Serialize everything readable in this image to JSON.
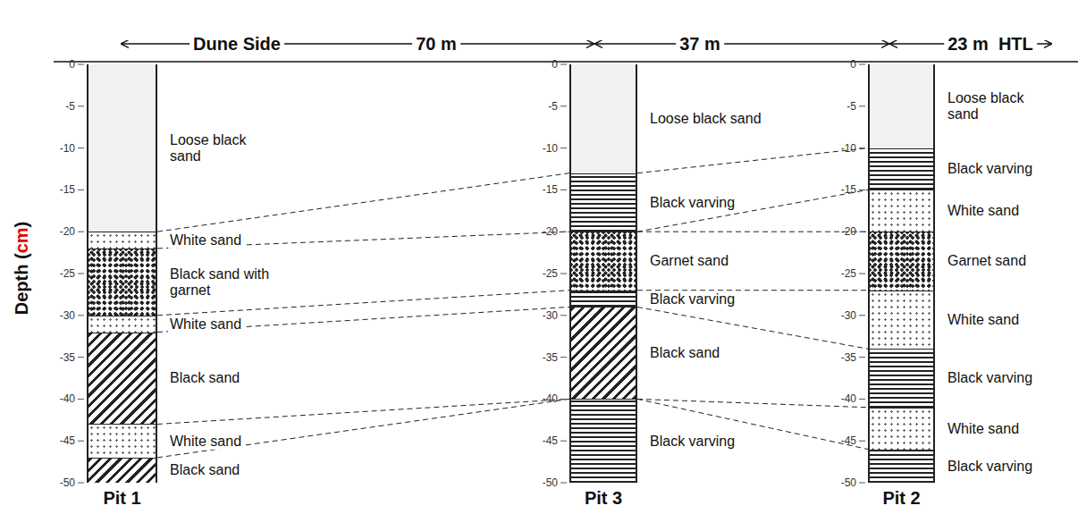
{
  "diagram": {
    "nodes": [
      {
        "text": [
          "Pit 1"
        ]
      },
      {
        "text": [
          "Loose black sand"
        ],
        "in": 0
      },
      {
        "text": [
          "White sand"
        ],
        "in": 0
      },
      {
        "text": [
          "Black sand with garnet"
        ],
        "in": 0
      },
      {
        "text": [
          "White sand"
        ],
        "in": 0
      },
      {
        "text": [
          "Black sand"
        ],
        "in": 0
      },
      {
        "text": [
          "White sand"
        ],
        "in": 0
      },
      {
        "text": [
          "Black sand"
        ],
        "in": 0
      },
      {
        "text": [
          "Pit 3"
        ]
      },
      {
        "text": [
          "Loose black sand"
        ],
        "in": 8
      },
      {
        "text": [
          "Black varving"
        ],
        "in": 8
      },
      {
        "text": [
          "Garnet sand"
        ],
        "in": 8
      },
      {
        "text": [
          "Black varving"
        ],
        "in": 8
      },
      {
        "text": [
          "Black sand"
        ],
        "in": 8
      },
      {
        "text": [
          "Black varving"
        ],
        "in": 8
      },
      {
        "text": [
          "Pit 2"
        ]
      },
      {
        "text": [
          "Loose black sand"
        ],
        "in": 15
      },
      {
        "text": [
          "Black varving"
        ],
        "in": 15
      },
      {
        "text": [
          "White sand"
        ],
        "in": 15
      },
      {
        "text": [
          "Garnet sand"
        ],
        "in": 15
      },
      {
        "text": [
          "White sand"
        ],
        "in": 15
      },
      {
        "text": [
          "Black varving"
        ],
        "in": 15
      },
      {
        "text": [
          "White sand"
        ],
        "in": 15
      },
      {
        "text": [
          "Black varving"
        ],
        "in": 15
      }
    ],
    "labels": [
      "Dune Side",
      "70 m",
      "37 m",
      "23 m  HTL",
      "Depth (",
      "cm",
      ")",
      "0",
      "-5",
      "-10",
      "-15",
      "-20",
      "-25",
      "-30",
      "-35",
      "-40",
      "-45",
      "-50",
      "0",
      "-5",
      "-10",
      "-15",
      "-20",
      "-25",
      "-30",
      "-35",
      "-40",
      "-45",
      "-50",
      "0",
      "-5",
      "-10",
      "-15",
      "-20",
      "-25",
      "-30",
      "-35",
      "-40",
      "-45",
      "-50"
    ]
  }
}
